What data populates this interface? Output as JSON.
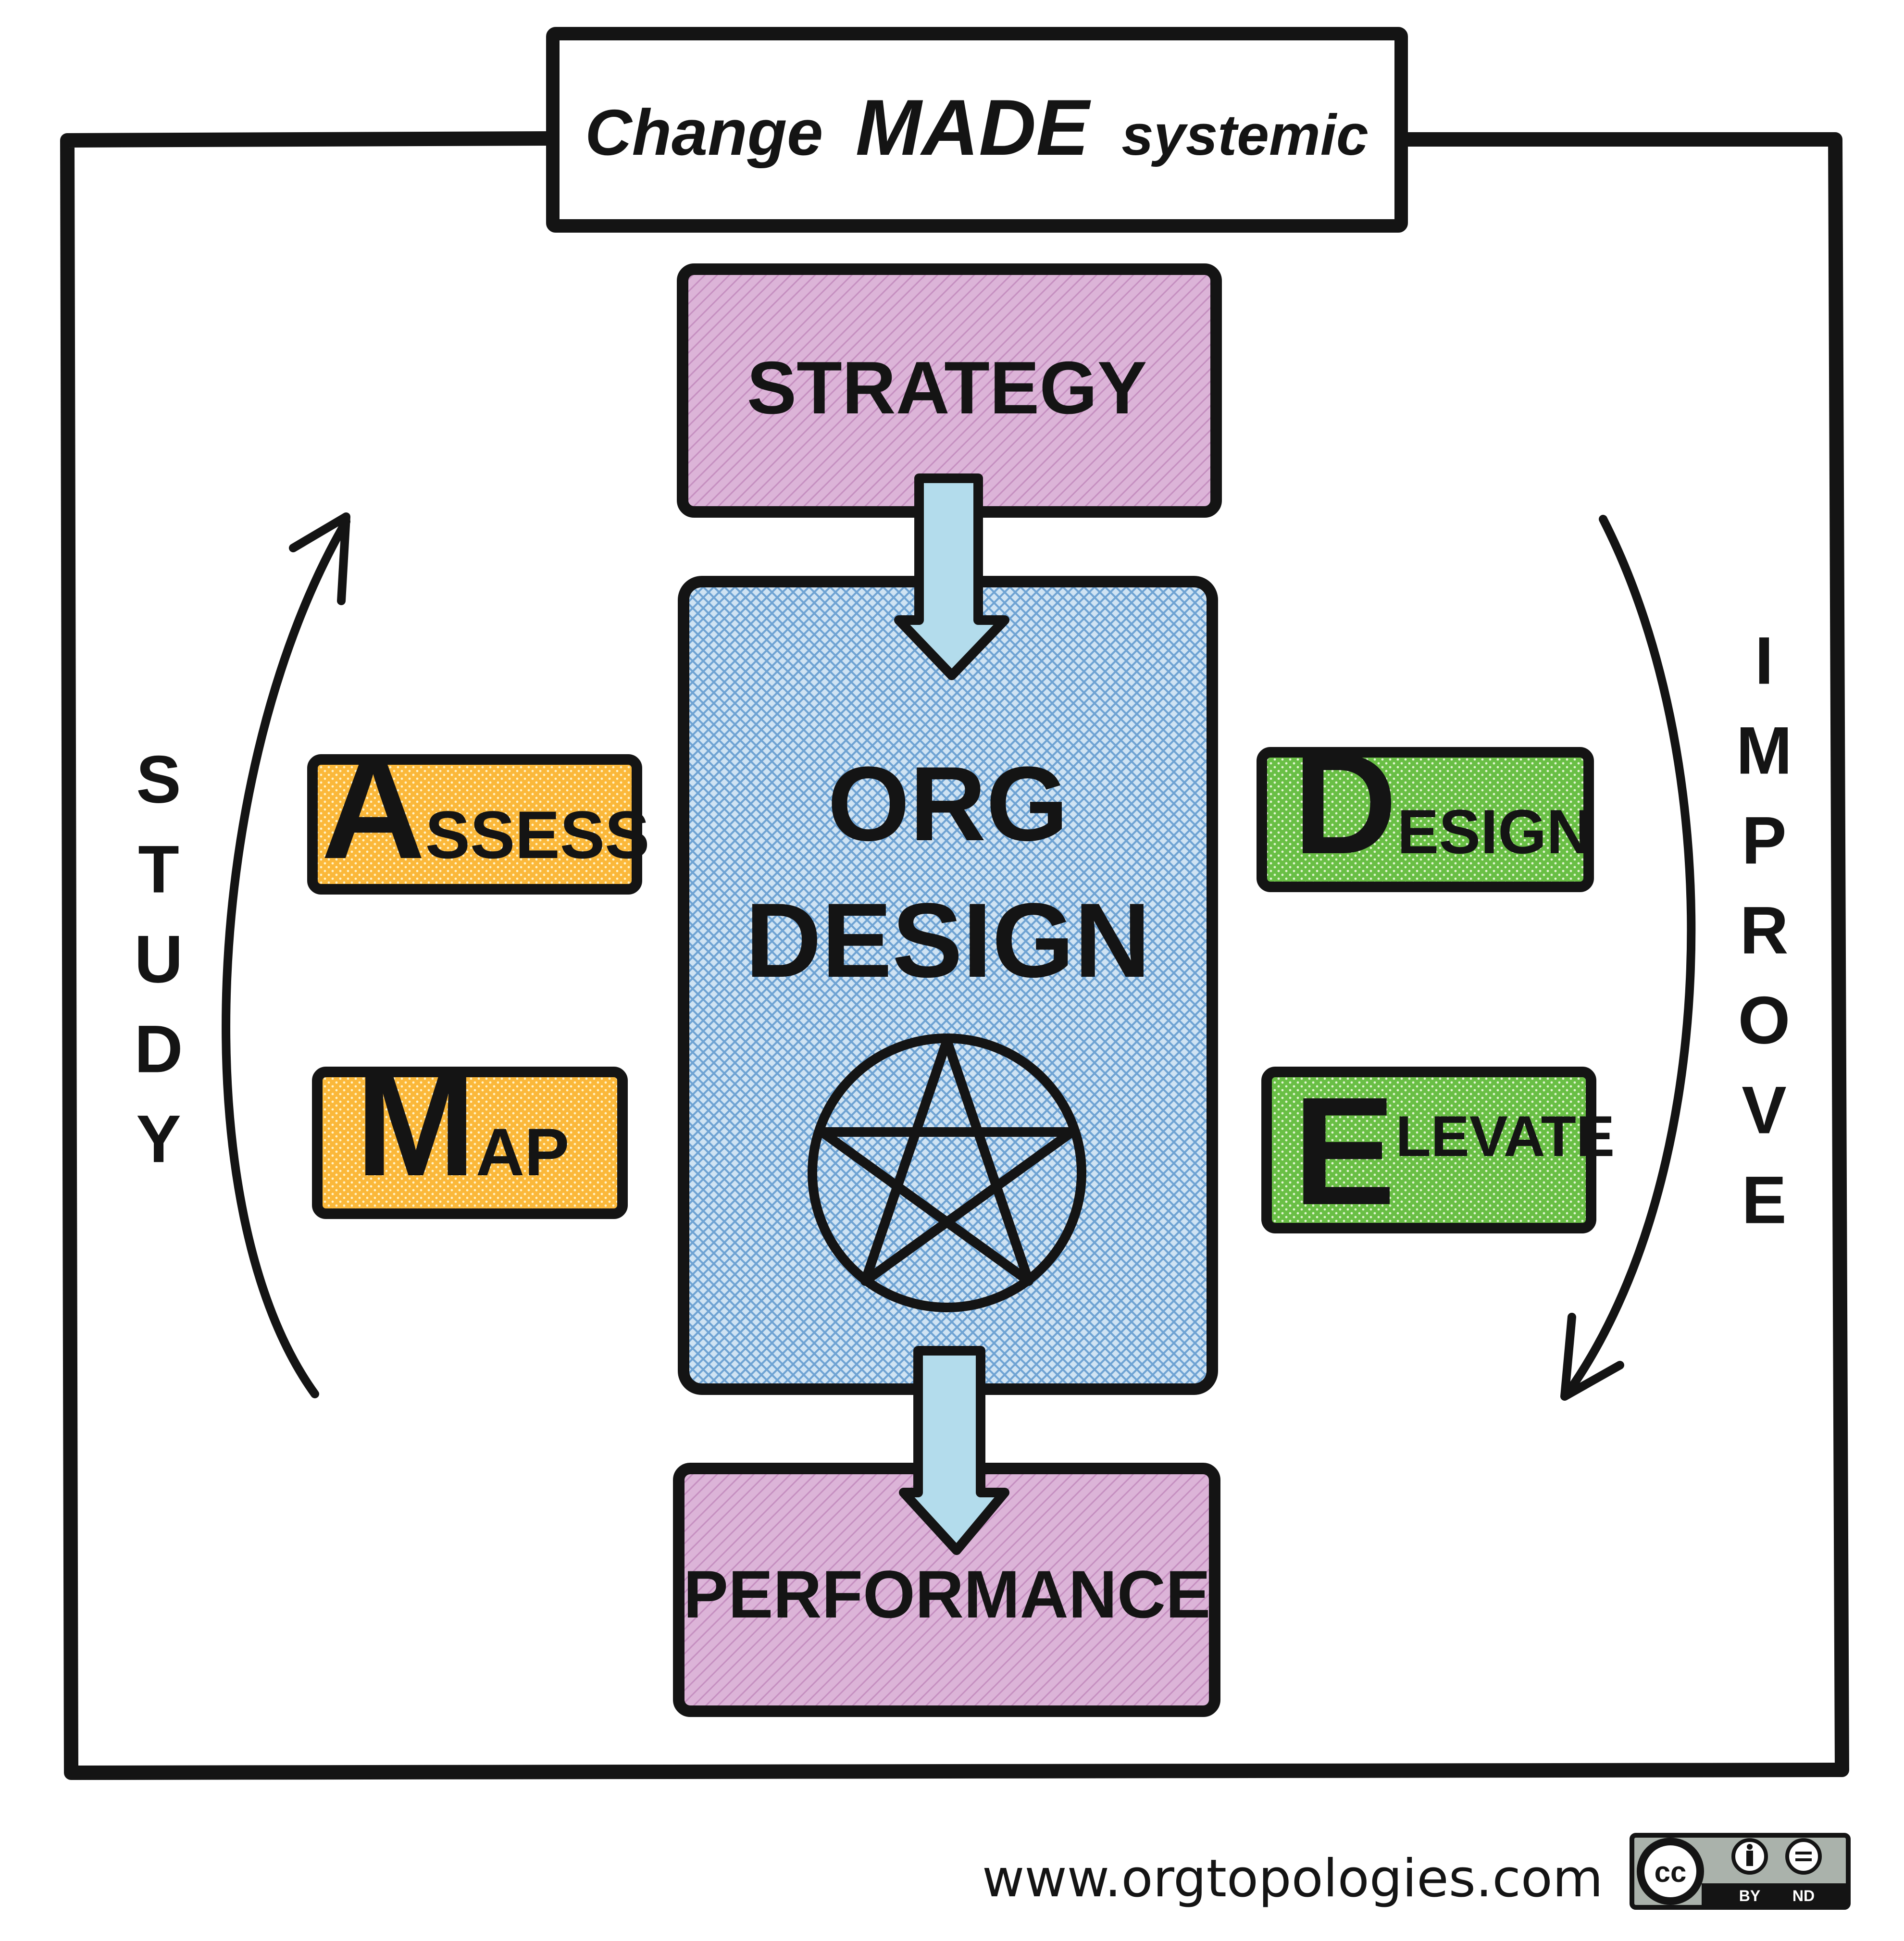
{
  "title": {
    "part1": "Change",
    "part2": "MADE",
    "part3": "systemic"
  },
  "strategy_label": "STRATEGY",
  "performance_label": "PERFORMANCE",
  "center": {
    "line1": "ORG",
    "line2": "DESIGN",
    "symbol": "pentagram-icon"
  },
  "steps": {
    "assess": {
      "initial": "A",
      "rest": "SSESS"
    },
    "map": {
      "initial": "M",
      "rest": "AP"
    },
    "design": {
      "initial": "D",
      "rest": "ESIGN"
    },
    "elevate": {
      "initial": "E",
      "rest": "LEVATE"
    }
  },
  "left_label": "STUDY",
  "right_label": "IMPROVE",
  "footer": {
    "url": "www.orgtopologies.com",
    "license_badge": "cc-by-nd-icon",
    "license_by": "BY",
    "license_nd": "ND",
    "license_cc": "cc"
  },
  "colors": {
    "outline": "#141414",
    "pink": "#dcb4d8",
    "pink_hatch": "#c58fc0",
    "blue": "#b7d6ee",
    "blue_hatch": "#6fa3d3",
    "arrow_blue": "#b3dcec",
    "orange": "#fbb83a",
    "green": "#69bf45"
  }
}
